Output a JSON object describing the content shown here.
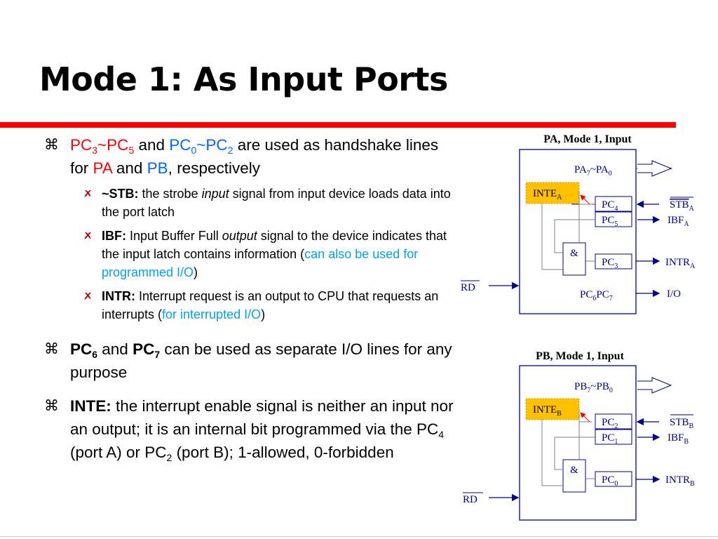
{
  "slide": {
    "title": "Mode 1: As Input Ports"
  },
  "bullets": {
    "b1": {
      "pc3": "PC",
      "sub3": "3",
      "tilde1": "~PC",
      "sub5": "5",
      "and": " and ",
      "pc0": "PC",
      "sub0": "0",
      "tilde2": "~PC",
      "sub2": "2",
      "tail1": " are used as handshake lines for ",
      "pa": "PA",
      "and2": " and ",
      "pb": "PB",
      "tail2": ", respectively"
    },
    "stb": {
      "label": "~STB:",
      "t1": " the strobe ",
      "em": "input",
      "t2": " signal from input device loads data into the port latch"
    },
    "ibf": {
      "label": "IBF:",
      "t1": " Input Buffer Full ",
      "em": "output",
      "t2": "  signal to the device indicates that the input latch contains information (",
      "link": "can also be used for programmed I/O",
      "t3": ")"
    },
    "intr": {
      "label": "INTR:",
      "t1": " Interrupt request is an output to CPU that requests an interrupts (",
      "link": "for interrupted I/O",
      "t3": ")"
    },
    "b2": {
      "pc6": "PC",
      "sub6": "6",
      "and": " and ",
      "pc7": "PC",
      "sub7": "7",
      "tail": " can be used as separate I/O lines for any purpose"
    },
    "b3": {
      "label": "INTE:",
      "t1": " the interrupt enable signal is neither an input nor an output; it is an internal bit programmed via the PC",
      "sub4": "4",
      "t2": " (port A) or PC",
      "sub2": "2",
      "t3": " (port B); 1-allowed, 0-forbidden"
    }
  },
  "diagram_a": {
    "heading": "PA, Mode 1, Input",
    "bus": "PA",
    "bus_sub1": "7",
    "bus_mid": "~PA",
    "bus_sub2": "0",
    "inte": "INTE",
    "inte_sub": "A",
    "pc_top": "PC",
    "pc_top_sub": "4",
    "pc_mid": "PC",
    "pc_mid_sub": "5",
    "and_gate": "&",
    "pc_out": "PC",
    "pc_out_sub": "3",
    "pc67": "PC",
    "pc67_sub1": "6",
    "pc67_mid": "PC",
    "pc67_sub2": "7",
    "stb": "STB",
    "stb_sub": "A",
    "ibf": "IBF",
    "ibf_sub": "A",
    "intr": "INTR",
    "intr_sub": "A",
    "io": "I/O",
    "rd": "RD"
  },
  "diagram_b": {
    "heading": "PB, Mode 1, Input",
    "bus": "PB",
    "bus_sub1": "7",
    "bus_mid": "~PB",
    "bus_sub2": "0",
    "inte": "INTE",
    "inte_sub": "B",
    "pc_top": "PC",
    "pc_top_sub": "2",
    "pc_mid": "PC",
    "pc_mid_sub": "1",
    "and_gate": "&",
    "pc_out": "PC",
    "pc_out_sub": "0",
    "stb": "STB",
    "stb_sub": "B",
    "ibf": "IBF",
    "ibf_sub": "B",
    "intr": "INTR",
    "intr_sub": "B",
    "rd": "RD"
  },
  "colors": {
    "accent_red": "#ff0000",
    "text_blue": "#0066ff",
    "link_blue": "#00a2e8",
    "diagram_navy": "#00008b",
    "inte_fill": "#ffc000",
    "arrow_red": "#ff0000"
  },
  "icons": {
    "bullet_level1": "command-key-icon",
    "bullet_level2": "checkbox-icon"
  }
}
